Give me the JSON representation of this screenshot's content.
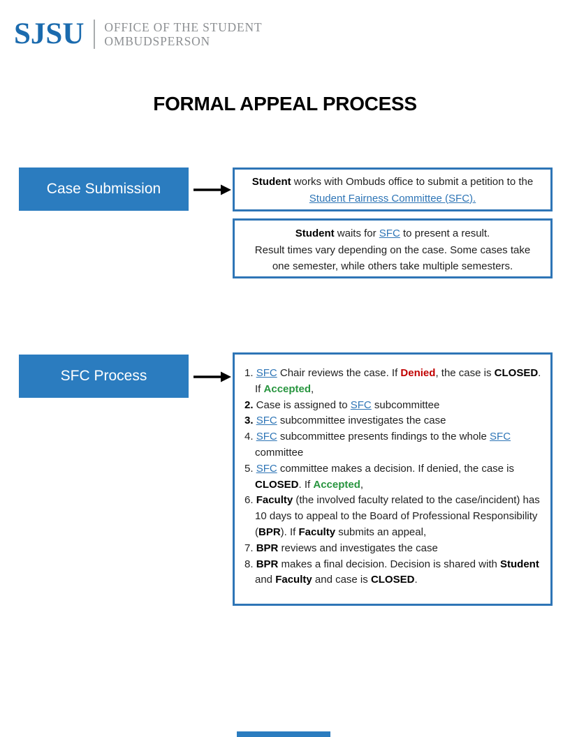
{
  "logo": {
    "wordmark": "SJSU",
    "office_line1": "OFFICE OF THE STUDENT",
    "office_line2": "OMBUDSPERSON"
  },
  "title": "FORMAL APPEAL PROCESS",
  "colors": {
    "brand_blue": "#1B6BAE",
    "office_gray": "#8D9093",
    "box_blue": "#2B7CBF",
    "border_blue": "#2E75B6",
    "link_blue": "#2E75B6",
    "denied_red": "#C00000",
    "accepted_green": "#28953F",
    "text_black": "#1F1F1F"
  },
  "stages": [
    {
      "label": "Case Submission",
      "info_boxes": [
        {
          "segments": [
            {
              "style": "bold",
              "text": "Student"
            },
            {
              "style": "plain",
              "text": " works with Ombuds office to submit a petition to the"
            },
            {
              "br": true
            },
            {
              "style": "link",
              "text": "Student Fairness Committee (SFC)."
            }
          ]
        },
        {
          "segments": [
            {
              "style": "bold",
              "text": "Student"
            },
            {
              "style": "plain",
              "text": " waits for "
            },
            {
              "style": "link",
              "text": "SFC"
            },
            {
              "style": "plain",
              "text": " to present a result."
            },
            {
              "br": true
            },
            {
              "style": "plain",
              "text": "Result times vary depending on the case. Some cases take"
            },
            {
              "br": true
            },
            {
              "style": "plain",
              "text": "one semester, while others take multiple semesters."
            }
          ]
        }
      ]
    },
    {
      "label": "SFC Process",
      "steps": [
        {
          "segments": [
            {
              "style": "plain",
              "text": "1. "
            },
            {
              "style": "link",
              "text": "SFC"
            },
            {
              "style": "plain",
              "text": " Chair reviews the case. If "
            },
            {
              "style": "red",
              "text": "Denied"
            },
            {
              "style": "plain",
              "text": ", the case is "
            },
            {
              "style": "bold",
              "text": "CLOSED"
            },
            {
              "style": "plain",
              "text": ". If "
            },
            {
              "style": "green",
              "text": "Accepted"
            },
            {
              "style": "plain",
              "text": ","
            }
          ]
        },
        {
          "segments": [
            {
              "style": "bold",
              "text": "2."
            },
            {
              "style": "plain",
              "text": " Case is assigned to "
            },
            {
              "style": "link",
              "text": "SFC"
            },
            {
              "style": "plain",
              "text": " subcommittee"
            }
          ]
        },
        {
          "segments": [
            {
              "style": "bold",
              "text": "3."
            },
            {
              "style": "plain",
              "text": " "
            },
            {
              "style": "link",
              "text": "SFC"
            },
            {
              "style": "plain",
              "text": " subcommittee investigates the case"
            }
          ]
        },
        {
          "segments": [
            {
              "style": "plain",
              "text": "4. "
            },
            {
              "style": "link",
              "text": "SFC"
            },
            {
              "style": "plain",
              "text": " subcommittee presents findings to the whole "
            },
            {
              "style": "link",
              "text": "SFC"
            },
            {
              "style": "plain",
              "text": " committee"
            }
          ]
        },
        {
          "segments": [
            {
              "style": "plain",
              "text": "5. "
            },
            {
              "style": "link",
              "text": "SFC"
            },
            {
              "style": "plain",
              "text": " committee makes a decision. If denied, the case is "
            },
            {
              "style": "bold",
              "text": "CLOSED"
            },
            {
              "style": "plain",
              "text": ". If "
            },
            {
              "style": "green",
              "text": "Accepted"
            },
            {
              "style": "plain",
              "text": ","
            }
          ]
        },
        {
          "segments": [
            {
              "style": "plain",
              "text": "6. "
            },
            {
              "style": "bold",
              "text": "Faculty"
            },
            {
              "style": "plain",
              "text": " (the involved faculty related to the case/incident) has 10 days to appeal to the Board of Professional Responsibility ("
            },
            {
              "style": "bold",
              "text": "BPR"
            },
            {
              "style": "plain",
              "text": "). If "
            },
            {
              "style": "bold",
              "text": "Faculty"
            },
            {
              "style": "plain",
              "text": " submits an appeal,"
            }
          ]
        },
        {
          "segments": [
            {
              "style": "plain",
              "text": "7. "
            },
            {
              "style": "bold",
              "text": "BPR"
            },
            {
              "style": "plain",
              "text": " reviews and investigates the case"
            }
          ]
        },
        {
          "segments": [
            {
              "style": "plain",
              "text": "8. "
            },
            {
              "style": "bold",
              "text": "BPR"
            },
            {
              "style": "plain",
              "text": " makes a final decision. Decision is shared with "
            },
            {
              "style": "bold",
              "text": "Student"
            },
            {
              "style": "plain",
              "text": " and "
            },
            {
              "style": "bold",
              "text": "Faculty"
            },
            {
              "style": "plain",
              "text": " and case is "
            },
            {
              "style": "bold",
              "text": "CLOSED"
            },
            {
              "style": "plain",
              "text": "."
            }
          ]
        }
      ]
    }
  ]
}
